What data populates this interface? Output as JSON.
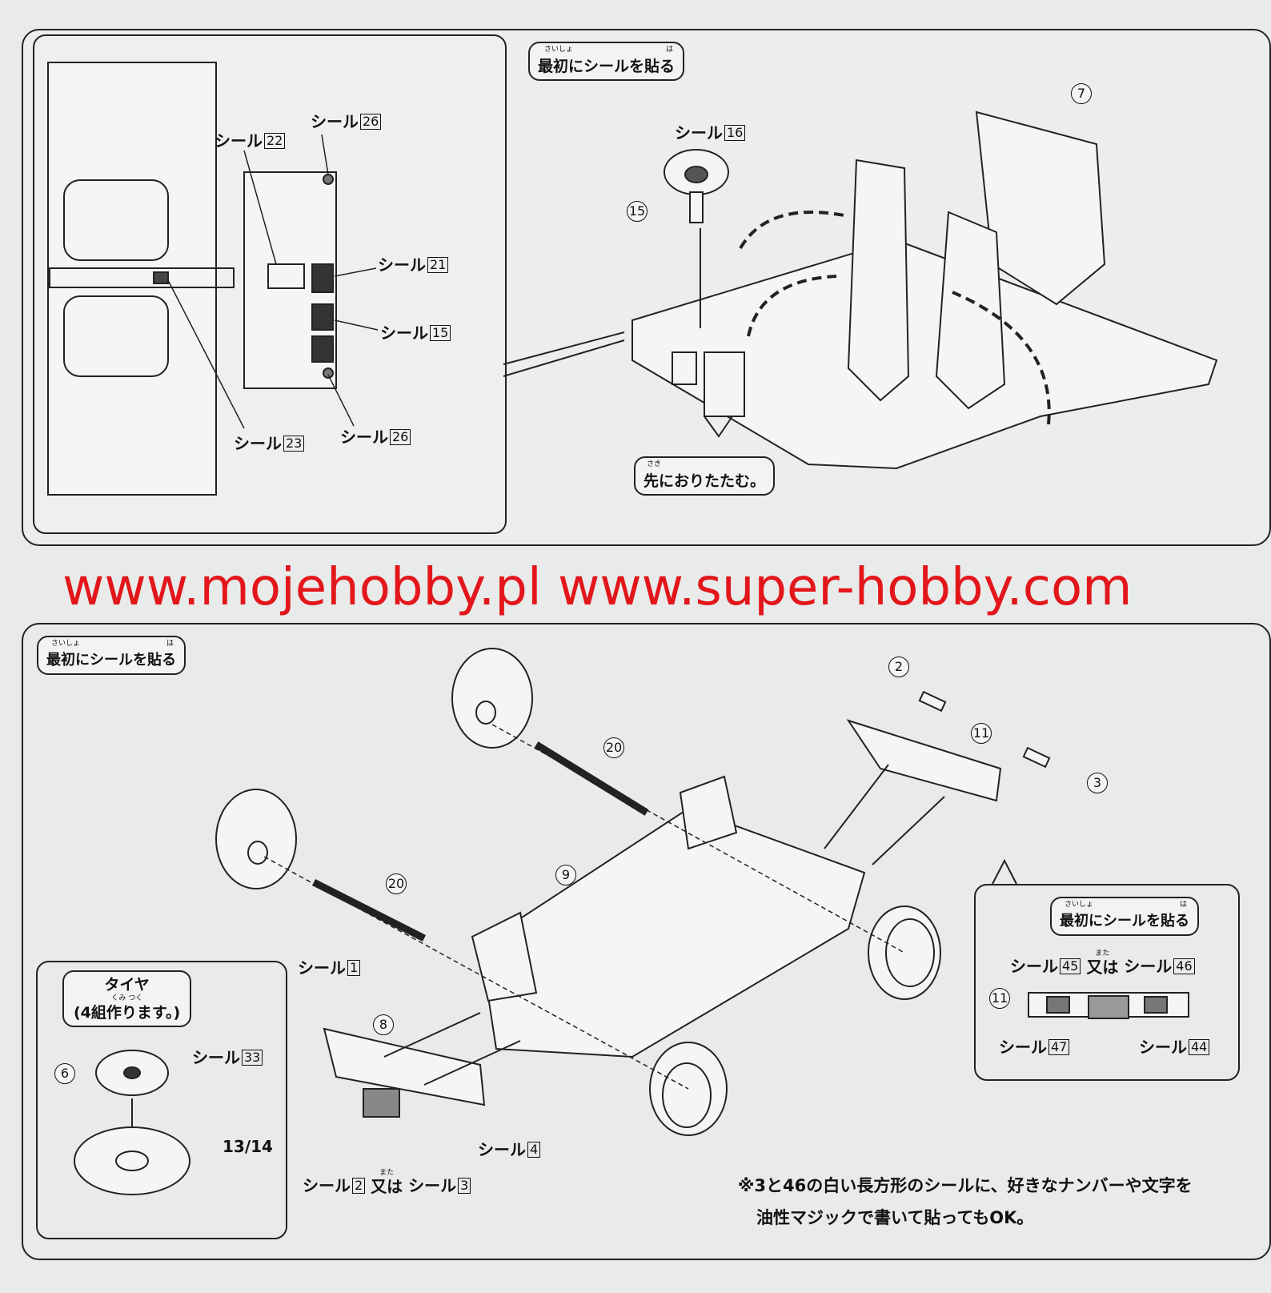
{
  "top": {
    "header": {
      "text": "最初にシールを貼る",
      "furigana_1": "さいしょ",
      "furigana_2": "は"
    },
    "left_inset": {
      "seal_label": "シール",
      "seals": [
        "22",
        "26",
        "21",
        "15",
        "23",
        "26"
      ]
    },
    "seal16": "16",
    "part15": "15",
    "part7": "7",
    "fold_note": {
      "text": "先におりたたむ。",
      "furigana": "さき"
    }
  },
  "watermark": "www.mojehobby.pl www.super-hobby.com",
  "bottom": {
    "header": {
      "text": "最初にシールを貼る",
      "furigana_1": "さいしょ",
      "furigana_2": "は"
    },
    "parts": {
      "p2": "2",
      "p11": "11",
      "p3": "3",
      "p20a": "20",
      "p20b": "20",
      "p9": "9",
      "p8": "8"
    },
    "seal_label": "シール",
    "seal1": "1",
    "seal4": "4",
    "seal2": "2",
    "seal3": "3",
    "or_text": "又は",
    "or_furigana": "また",
    "tire_box": {
      "title": "タイヤ",
      "subtitle": "(4組作ります。)",
      "furigana": "くみ つく",
      "part6": "6",
      "seal33": "33",
      "part13_14": "13/14"
    },
    "right_inset": {
      "header": {
        "text": "最初にシールを貼る",
        "furigana_1": "さいしょ",
        "furigana_2": "は"
      },
      "seal45": "45",
      "seal46": "46",
      "part11": "11",
      "seal47": "47",
      "seal44": "44"
    },
    "note": {
      "line1": "※3と46の白い長方形のシールに、好きなナンバーや文字を",
      "line2": "油性マジックで書いて貼ってもOK。"
    }
  }
}
